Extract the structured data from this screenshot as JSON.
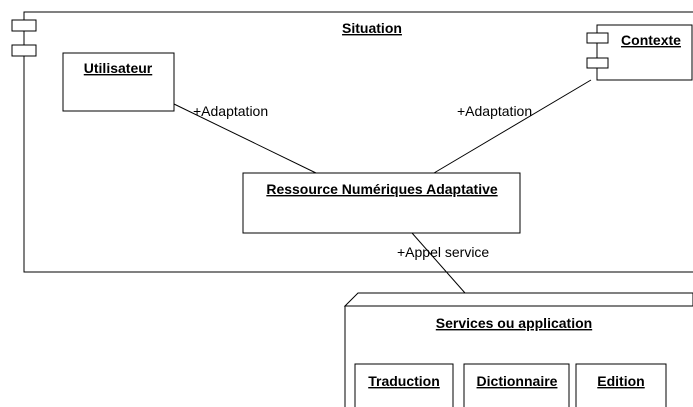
{
  "situation": {
    "label": "Situation"
  },
  "utilisateur": {
    "label": "Utilisateur"
  },
  "contexte": {
    "label": "Contexte"
  },
  "ressource": {
    "label": "Ressource Numériques Adaptative"
  },
  "services": {
    "label": "Services ou application",
    "items": [
      {
        "label": "Traduction"
      },
      {
        "label": "Dictionnaire"
      },
      {
        "label": "Edition"
      }
    ]
  },
  "connectors": {
    "utilisateur_link": "+Adaptation",
    "contexte_link": "+Adaptation",
    "service_link": "+Appel service"
  }
}
